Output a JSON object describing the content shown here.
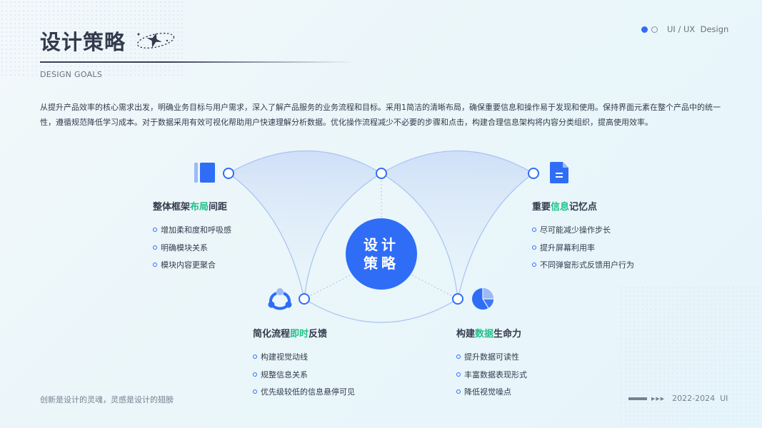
{
  "header": {
    "title": "设计策略",
    "subtitle": "DESIGN GOALS",
    "tag": "UI / UX  Design"
  },
  "intro": "从提升产品效率的核心需求出发，明确业务目标与用户需求，深入了解产品服务的业务流程和目标。采用1简洁的清晰布局，确保重要信息和操作易于发现和使用。保持界面元素在整个产品中的统一性，遵循规范降低学习成本。对于数据采用有效可视化帮助用户快速理解分析数据。优化操作流程减少不必要的步骤和点击，构建合理信息架构将内容分类组织，提高使用效率。",
  "center": {
    "line1": "设计",
    "line2": "策略"
  },
  "blocks": [
    {
      "pre": "整体框架",
      "hl": "布局",
      "post": "间距",
      "items": [
        "增加柔和度和呼吸感",
        "明确模块关系",
        "模块内容更聚合"
      ],
      "icon": "book-icon"
    },
    {
      "pre": "重要",
      "hl": "信息",
      "post": "记忆点",
      "items": [
        "尽可能减少操作步长",
        "提升屏幕利用率",
        "不同弹窗形式反馈用户行为"
      ],
      "icon": "document-icon"
    },
    {
      "pre": "简化流程",
      "hl": "即时",
      "post": "反馈",
      "items": [
        "构建视觉动线",
        "规整信息关系",
        "优先级较低的信息悬停可见"
      ],
      "icon": "team-icon"
    },
    {
      "pre": "构建",
      "hl": "数据",
      "post": "生命力",
      "items": [
        "提升数据可读性",
        "丰富数据表现形式",
        "降低视觉噪点"
      ],
      "icon": "pie-chart-icon"
    }
  ],
  "footer": {
    "left": "创新是设计的灵魂，灵感是设计的翅膀",
    "right": "2022-2024  UI"
  },
  "colors": {
    "accent": "#2f6df6",
    "highlight": "#22c08a"
  }
}
